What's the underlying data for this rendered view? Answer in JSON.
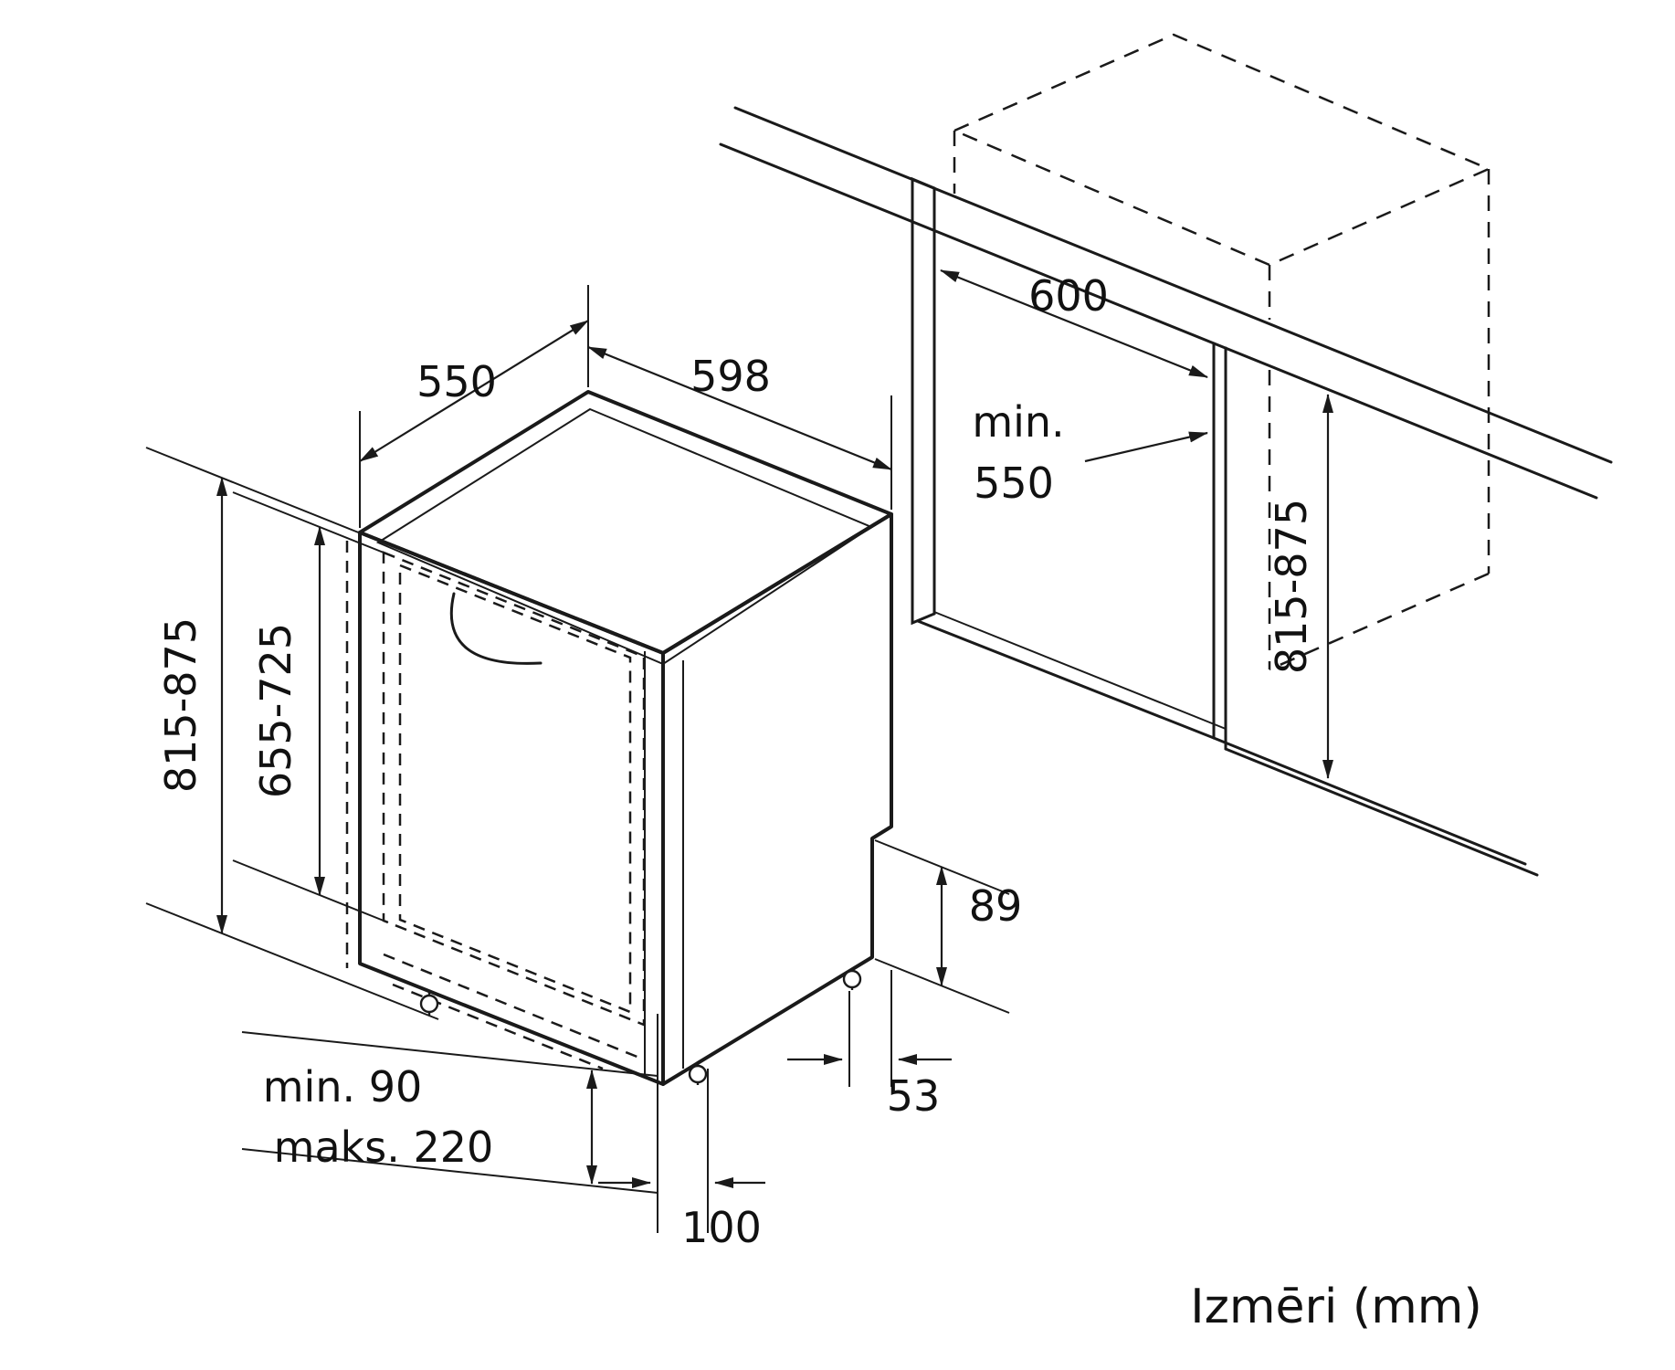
{
  "diagram": {
    "caption": "Izmēri (mm)",
    "unit_note": "mm",
    "labels": {
      "appliance_depth_top": "550",
      "appliance_width_top": "598",
      "appliance_height_overall": "815-875",
      "door_panel_height": "655-725",
      "plinth_min": "min. 90",
      "plinth_max": "maks. 220",
      "base_recess_depth": "100",
      "rear_recess_height": "89",
      "rear_offset": "53",
      "niche_width": "600",
      "niche_depth_min_word": "min.",
      "niche_depth_min_value": "550",
      "niche_height": "815-875"
    },
    "colors": {
      "line": "#1a1a1a",
      "background": "#ffffff",
      "text": "#111111"
    }
  }
}
